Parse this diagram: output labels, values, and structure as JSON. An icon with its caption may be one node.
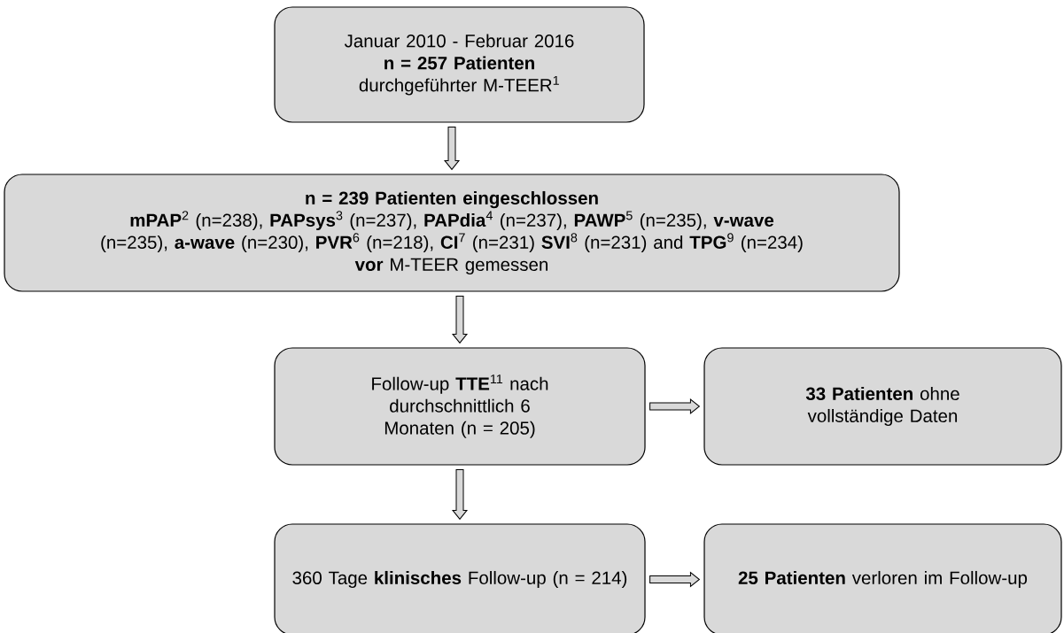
{
  "diagram": {
    "nodes": [
      {
        "text": [
          "Januar 2010 - Februar 2016",
          "n = 257 Patienten",
          "durchgeführter M-TEER$^{1}$"
        ]
      },
      {
        "text": [
          "n = 239 Patienten eingeschlossen",
          "**mPAP**$^{2}$ (n=238), **PAPsys**$^{3}$ (n=237), **PAPdia**$^{4}$ (n=237), **PAWP**$^{5}$ (n=235), **v-wave** (n=235), **a-wave** (n=230), **PVR**$^{6}$ (n=218), **CI**$^{7}$ (n=231) **SVI**$^{8}$ (n=231) and **TPG**$^{9}$ (n=234)",
          "**vor** M-TEER gemessen"
        ]
      },
      {
        "text": [
          "Follow-up **TTE**$^{11}$ nach durchschnittlich 6 Monaten (n = 205)"
        ]
      },
      {
        "text": [
          "**33 Patienten** ohne vollständige Daten"
        ]
      },
      {
        "text": [
          "360 Tage **klinisches** Follow-up (n = 214)"
        ]
      },
      {
        "text": [
          "**25 Patienten** verloren im Follow-up"
        ]
      }
    ],
    "edges": [
      {
        "from": 0,
        "to": 1,
        "arrow": "to"
      },
      {
        "from": 1,
        "to": 2,
        "arrow": "to"
      },
      {
        "from": 2,
        "to": 3,
        "arrow": "to"
      },
      {
        "from": 2,
        "to": 4,
        "arrow": "to"
      },
      {
        "from": 4,
        "to": 5,
        "arrow": "to"
      }
    ]
  }
}
